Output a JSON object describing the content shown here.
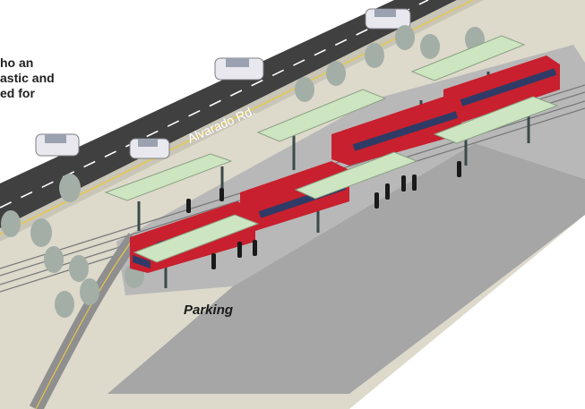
{
  "caption_lines": [
    "ho an",
    "astic and",
    "ed for"
  ],
  "road_label": "Alvarado Rd.",
  "parking_label": "Parking",
  "colors": {
    "road": "#3d3d3d",
    "paving": "#d9d6c8",
    "lot": "#a9a9a9",
    "canopy": "#cde5c0",
    "trolley": "#c8202e",
    "window": "#2f3b66",
    "tree": "#a3aea7"
  }
}
